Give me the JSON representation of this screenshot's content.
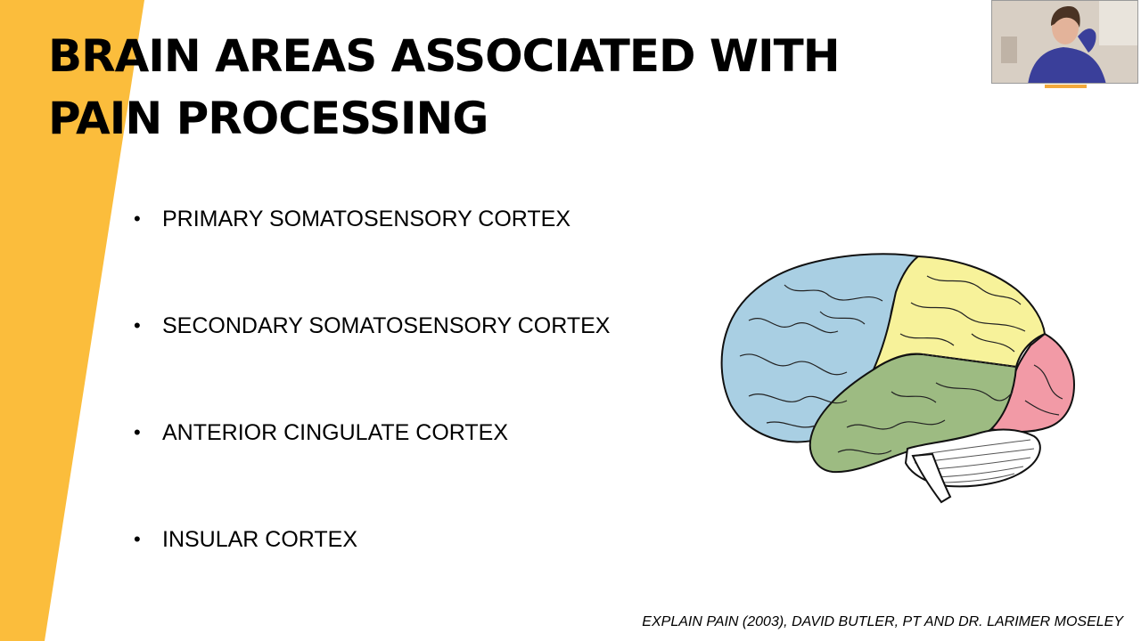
{
  "slide": {
    "title_lines": [
      "BRAIN AREAS ASSOCIATED WITH",
      "PAIN PROCESSING"
    ],
    "bullets": [
      "PRIMARY SOMATOSENSORY CORTEX",
      "SECONDARY SOMATOSENSORY CORTEX",
      "ANTERIOR CINGULATE CORTEX",
      "INSULAR CORTEX"
    ],
    "citation": "EXPLAIN PAIN (2003), DAVID BUTLER, PT AND DR. LARIMER MOSELEY"
  },
  "colors": {
    "accent": "#fbbd3c",
    "frontal_lobe": "#a9cfe3",
    "parietal_lobe": "#f7f29a",
    "occipital_lobe": "#f29aa6",
    "temporal_lobe": "#9dbb82",
    "outline": "#111111",
    "webcam_underline": "#f2a93b"
  },
  "icons": {
    "brain_illustration": "brain-lobes-illustration",
    "webcam": "presenter-webcam-thumbnail"
  }
}
